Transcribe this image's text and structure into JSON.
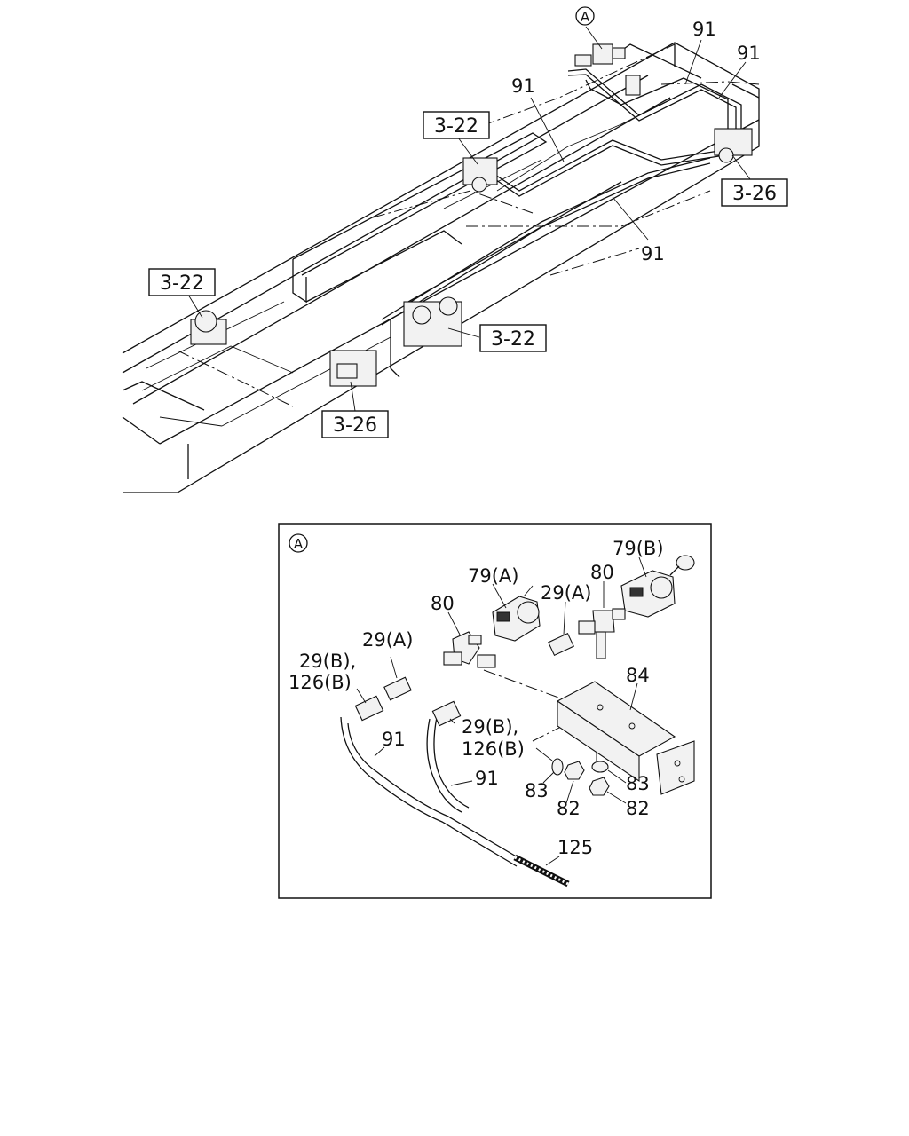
{
  "overview": {
    "ref_boxes": [
      {
        "id": "ref-top-left",
        "text": "3-22"
      },
      {
        "id": "ref-top-right",
        "text": "3-26"
      },
      {
        "id": "ref-left",
        "text": "3-22"
      },
      {
        "id": "ref-center",
        "text": "3-22"
      },
      {
        "id": "ref-bottom",
        "text": "3-26"
      }
    ],
    "callouts": [
      {
        "id": "marker-a",
        "text": "A"
      },
      {
        "id": "num-91-a",
        "text": "91"
      },
      {
        "id": "num-91-b",
        "text": "91"
      },
      {
        "id": "num-91-c",
        "text": "91"
      },
      {
        "id": "num-91-d",
        "text": "91"
      }
    ]
  },
  "detail": {
    "marker": "A",
    "labels": [
      {
        "id": "lbl-79a",
        "text": "79(A)"
      },
      {
        "id": "lbl-79b",
        "text": "79(B)"
      },
      {
        "id": "lbl-80-left",
        "text": "80"
      },
      {
        "id": "lbl-80-right",
        "text": "80"
      },
      {
        "id": "lbl-29a-left",
        "text": "29(A)"
      },
      {
        "id": "lbl-29a-right",
        "text": "29(A)"
      },
      {
        "id": "lbl-29b-left",
        "text": "29(B),"
      },
      {
        "id": "lbl-126b-left",
        "text": "126(B)"
      },
      {
        "id": "lbl-29b-right",
        "text": "29(B),"
      },
      {
        "id": "lbl-126b-right",
        "text": "126(B)"
      },
      {
        "id": "lbl-84",
        "text": "84"
      },
      {
        "id": "lbl-91-left",
        "text": "91"
      },
      {
        "id": "lbl-91-right",
        "text": "91"
      },
      {
        "id": "lbl-83-left",
        "text": "83"
      },
      {
        "id": "lbl-83-right",
        "text": "83"
      },
      {
        "id": "lbl-82-left",
        "text": "82"
      },
      {
        "id": "lbl-82-right",
        "text": "82"
      },
      {
        "id": "lbl-125",
        "text": "125"
      }
    ]
  }
}
